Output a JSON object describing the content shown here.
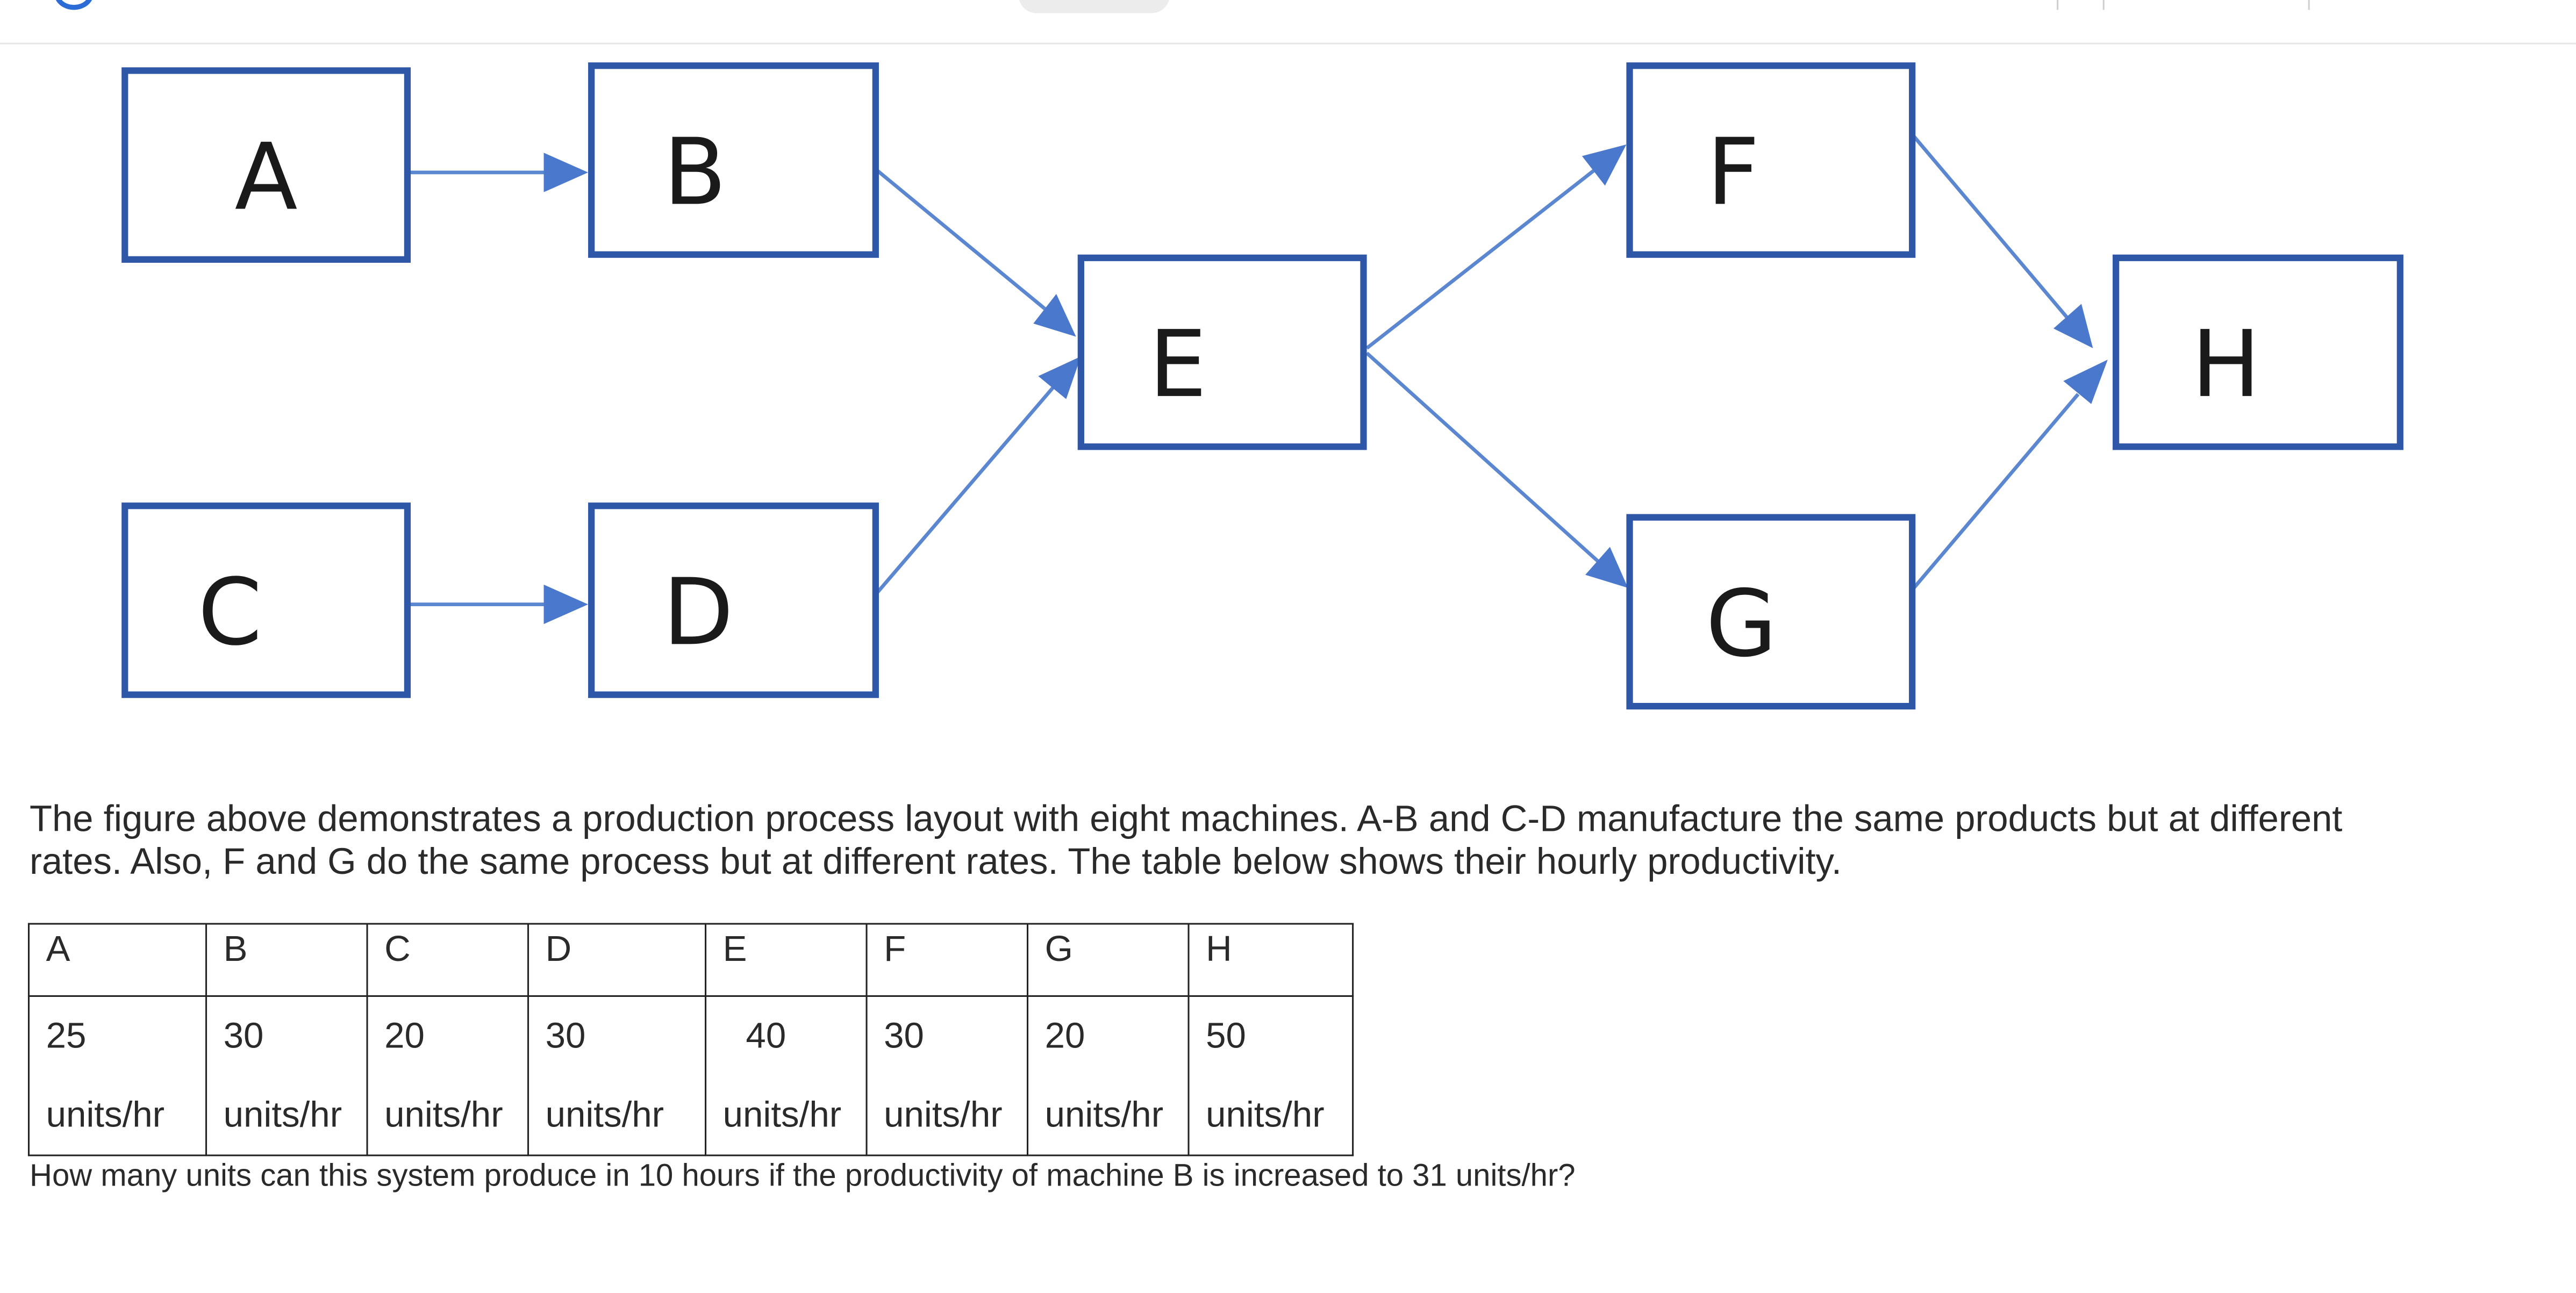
{
  "diagram": {
    "nodes": [
      {
        "id": "A",
        "label": "A"
      },
      {
        "id": "B",
        "label": "B"
      },
      {
        "id": "C",
        "label": "C"
      },
      {
        "id": "D",
        "label": "D"
      },
      {
        "id": "E",
        "label": "E"
      },
      {
        "id": "F",
        "label": "F"
      },
      {
        "id": "G",
        "label": "G"
      },
      {
        "id": "H",
        "label": "H"
      }
    ],
    "edges": [
      {
        "from": "A",
        "to": "B"
      },
      {
        "from": "C",
        "to": "D"
      },
      {
        "from": "B",
        "to": "E"
      },
      {
        "from": "D",
        "to": "E"
      },
      {
        "from": "E",
        "to": "F"
      },
      {
        "from": "E",
        "to": "G"
      },
      {
        "from": "F",
        "to": "H"
      },
      {
        "from": "G",
        "to": "H"
      }
    ],
    "colors": {
      "box_border": "#2e57a8",
      "arrow": "#4a78cc"
    }
  },
  "description": "The figure above demonstrates a production process layout with eight machines. A-B and C-D manufacture the same products but at different rates. Also, F and G do the same process but at different rates. The table below shows their hourly productivity.",
  "table": {
    "headers": [
      "A",
      "B",
      "C",
      "D",
      "E",
      "F",
      "G",
      "H"
    ],
    "rates": [
      "25",
      "30",
      "20",
      "30",
      "40",
      "30",
      "20",
      "50"
    ],
    "unit": "units/hr"
  },
  "question": "How many units can this system produce in 10 hours if the productivity of machine B is increased to 31 units/hr?"
}
